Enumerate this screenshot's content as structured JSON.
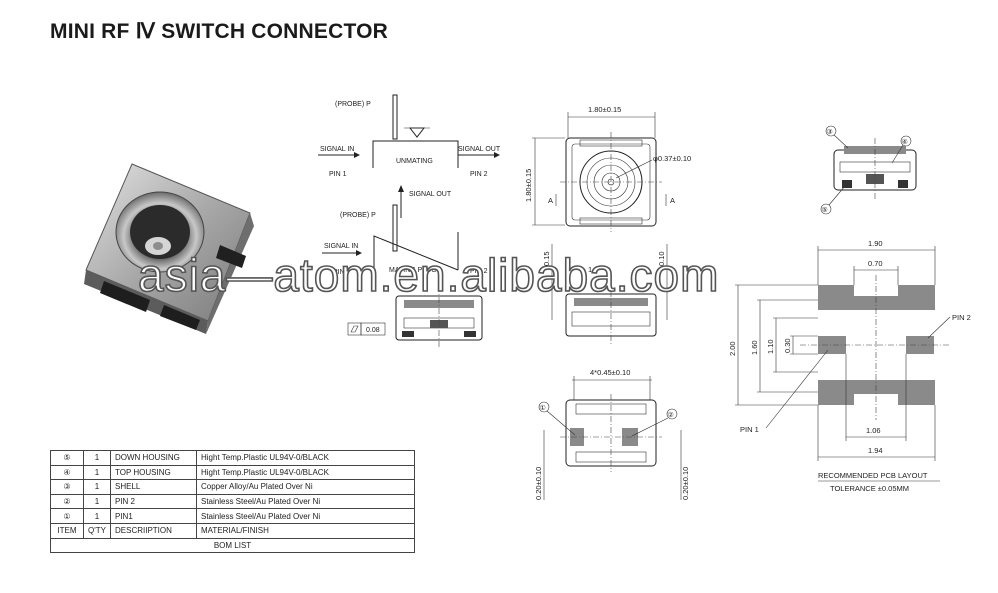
{
  "title": "MINI RF Ⅳ SWITCH CONNECTOR",
  "watermark": "asia—atom.en.alibaba.com",
  "schematic": {
    "probe_top": "(PROBE) P",
    "probe_mid": "(PROBE) P",
    "signal_in_top": "SIGNAL IN",
    "signal_out_top": "SIGNAL OUT",
    "pin1_top": "PIN 1",
    "pin2_top": "PIN 2",
    "unmating": "UNMATING",
    "signal_out_mid": "SIGNAL OUT",
    "signal_in_mid": "SIGNAL IN",
    "mating_plug": "MATING PLUG",
    "pin_mid_left": "PIN",
    "pin_mid_right": "PIN 2",
    "flatness": "0.08"
  },
  "top_view": {
    "width_dim": "1.80±0.15",
    "height_dim": "1.80±0.15",
    "hole_dim": "φ0.37±0.10",
    "section_left": "A",
    "section_right": "A"
  },
  "side_view": {
    "dim_left": "0.15",
    "dim_right": "0.10",
    "inner": "1.0"
  },
  "bottom_view": {
    "pitch_dim": "4*0.45±0.10",
    "left_dim": "0.20±0.10",
    "right_dim": "0.20±0.10",
    "callout_1": "①",
    "callout_2": "②"
  },
  "part_view": {
    "callout_3": "③",
    "callout_4": "④",
    "callout_5": "⑤"
  },
  "pcb_layout": {
    "dim_190": "1.90",
    "dim_070": "0.70",
    "dim_200": "2.00",
    "dim_160": "1.60",
    "dim_110": "1.10",
    "dim_030": "0.30",
    "dim_106": "1.06",
    "dim_194": "1.94",
    "pin2_label": "PIN 2",
    "pin1_label": "PIN 1",
    "caption": "RECOMMENDED PCB LAYOUT",
    "tolerance": "TOLERANCE   ±0.05MM"
  },
  "bom": {
    "rows": [
      {
        "item": "⑤",
        "qty": "1",
        "description": "DOWN HOUSING",
        "material": "Hight Temp.Plastic UL94V-0/BLACK"
      },
      {
        "item": "④",
        "qty": "1",
        "description": "TOP HOUSING",
        "material": "Hight Temp.Plastic UL94V-0/BLACK"
      },
      {
        "item": "③",
        "qty": "1",
        "description": "SHELL",
        "material": "Copper Alloy/Au Plated Over Ni"
      },
      {
        "item": "②",
        "qty": "1",
        "description": "PIN 2",
        "material": "Stainless Steel/Au Plated Over Ni"
      },
      {
        "item": "①",
        "qty": "1",
        "description": "PIN1",
        "material": "Stainless Steel/Au Plated Over Ni"
      }
    ],
    "header": {
      "item": "ITEM",
      "qty": "Q'TY",
      "description": "DESCRIIPTION",
      "material": "MATERIAL/FINISH"
    },
    "footer": "BOM LIST"
  }
}
